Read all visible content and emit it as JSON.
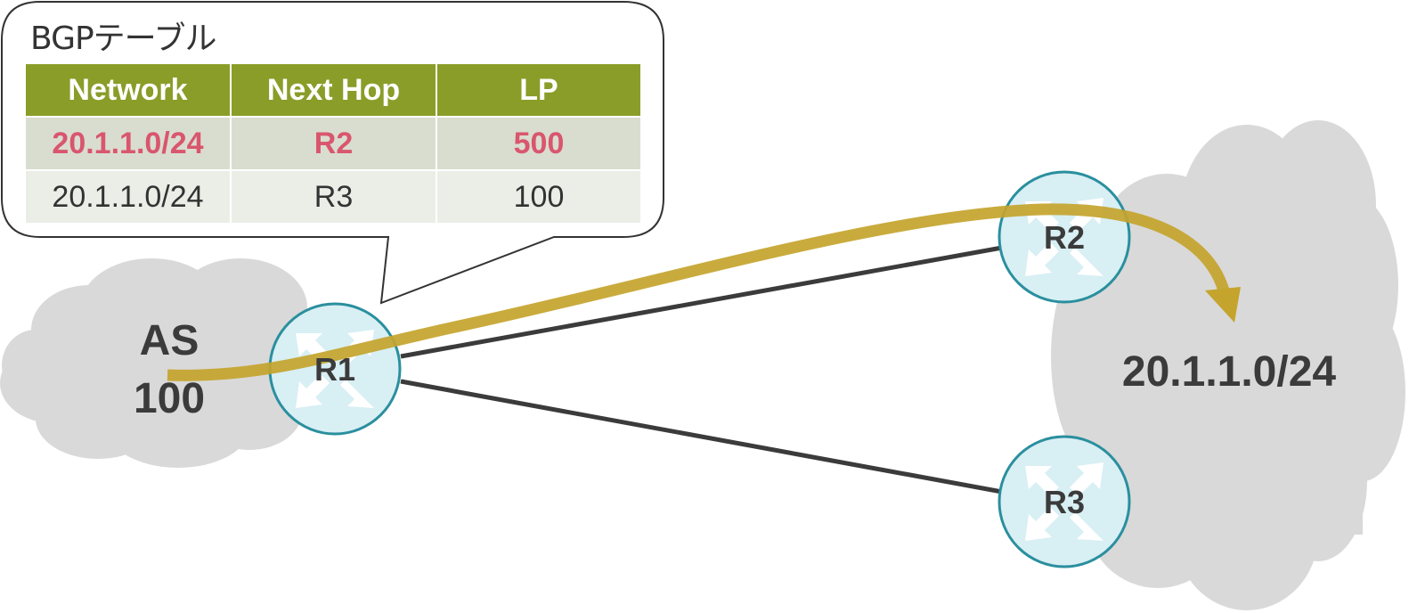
{
  "callout": {
    "title": "BGPテーブル",
    "table": {
      "headers": [
        "Network",
        "Next Hop",
        "LP"
      ],
      "rows": [
        {
          "network": "20.1.1.0/24",
          "next_hop": "R2",
          "lp": "500",
          "highlighted": true
        },
        {
          "network": "20.1.1.0/24",
          "next_hop": "R3",
          "lp": "100",
          "highlighted": false
        }
      ]
    }
  },
  "as_cloud": {
    "line1": "AS",
    "line2": "100"
  },
  "routers": [
    {
      "id": "R1",
      "label": "R1"
    },
    {
      "id": "R2",
      "label": "R2"
    },
    {
      "id": "R3",
      "label": "R3"
    }
  ],
  "destination_cloud": {
    "label": "20.1.1.0/24"
  },
  "colors": {
    "header_green": "#8a9d29",
    "highlight_red": "#d9566e",
    "path_gold": "#c4a42c",
    "router_fill": "#d8eff4",
    "router_stroke": "#2a8f9e",
    "cloud_gray": "#d9d9d9",
    "link_dark": "#3b3b3b"
  }
}
